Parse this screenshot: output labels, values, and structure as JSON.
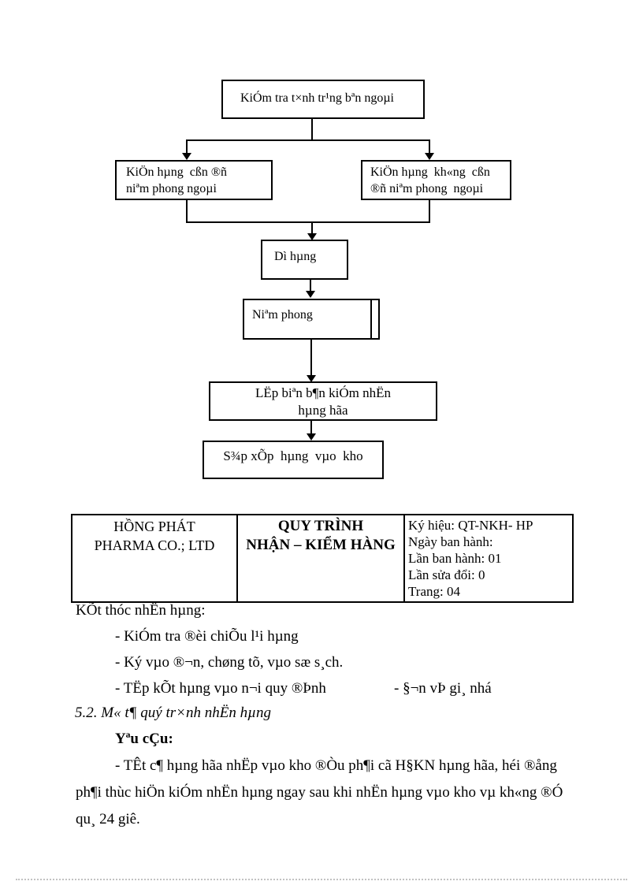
{
  "flowchart": {
    "box1": {
      "line1": "KiÓm tra t×nh tr¹ng bªn ngoµi"
    },
    "box2": {
      "line1": "KiÖn hµng  cßn ®ñ",
      "line2": "niªm phong ngoµi"
    },
    "box3": {
      "line1": "KiÖn hµng  kh«ng  cßn",
      "line2": "®ñ niªm phong  ngoµi"
    },
    "box4": {
      "line1": "Dì hµng"
    },
    "box5": {
      "line1": "Niªm phong"
    },
    "box6": {
      "line1": "LËp biªn b¶n kiÓm nhËn",
      "line2": "hµng hãa"
    },
    "box7": {
      "line1": "S¾p xÕp  hµng  vµo  kho"
    }
  },
  "header_table": {
    "company_line1": "HỒNG PHÁT",
    "company_line2": "PHARMA CO.; LTD",
    "title_line1": "QUY TRÌNH",
    "title_line2": "NHẬN – KIỂM HÀNG",
    "info_line1": "Ký hiệu:  QT-NKH- HP",
    "info_line2": "Ngày ban hành:",
    "info_line3": "Lần ban hành: 01",
    "info_line4": "Lần sửa đổi: 0",
    "info_line5": "Trang: 04"
  },
  "body": {
    "heading": "KÕt thóc nhËn hµng:",
    "bullet1": "- KiÓm tra  ®èi  chiÕu  l¹i  hµng",
    "bullet2": "- Ký vµo  ®¬n, chøng tõ, vµo  sæ  s¸ch.",
    "bullet3_left": "- TËp kÕt hµng vµo n¬i  quy  ®Þnh",
    "bullet3_right": "- §¬n vÞ gi¸  nhá",
    "section_heading": "5.2. M« t¶ quý tr×nh nhËn hµng",
    "subheading": "Yªu cÇu:",
    "para_line1": "- TÊt c¶ hµng hãa nhËp vµo kho ®Òu ph¶i cã H§KN  hµng hãa, héi  ®ång",
    "para_line2": "ph¶i thùc hiÖn kiÓm nhËn hµng ngay sau khi  nhËn hµng vµo kho vµ kh«ng ®Ó",
    "para_line3": "qu¸ 24 giê."
  }
}
